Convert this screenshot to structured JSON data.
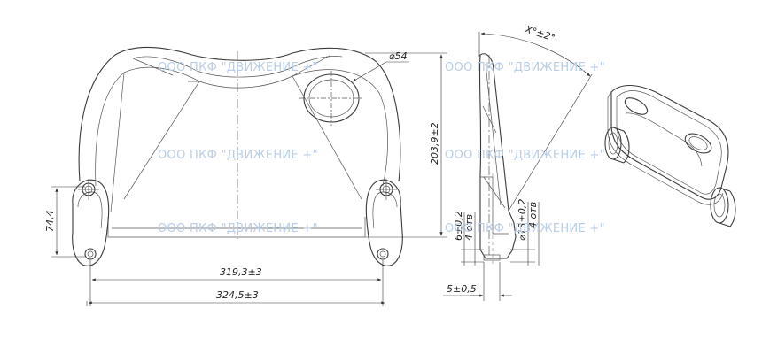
{
  "watermark": "ООО ПКФ \"ДВИЖЕНИЕ +\"",
  "dimensions": {
    "hole_diameter": "⌀54",
    "total_height": "203,9±2",
    "inner_width": "319,3±3",
    "outer_width": "324,5±3",
    "mount_height": "74,4",
    "angle": "X°±2°",
    "side_offset_a": "6±0,2",
    "side_offset_b": "4 отв",
    "side_hole_dia": "⌀13±0,2",
    "side_hole_count": "4 отв",
    "thickness": "5±0,5"
  },
  "colors": {
    "line": "#3a3a3a",
    "watermark": "#b9cde6"
  }
}
